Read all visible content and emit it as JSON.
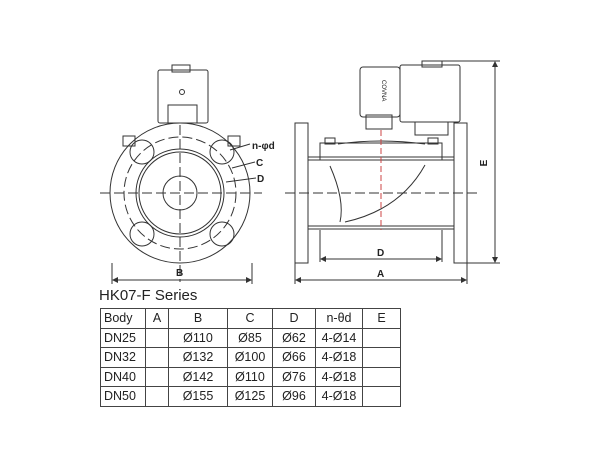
{
  "drawing": {
    "labels": {
      "n_phi_d": "n-φd",
      "C": "C",
      "D": "D",
      "B": "B",
      "D_side": "D",
      "A": "A",
      "E": "E",
      "brand": "COVNA"
    }
  },
  "table": {
    "title": "HK07-F Series",
    "headers": [
      "Body",
      "A",
      "B",
      "C",
      "D",
      "n-θd",
      "E"
    ],
    "rows": [
      [
        "DN25",
        "",
        "Ø110",
        "Ø85",
        "Ø62",
        "4-Ø14",
        ""
      ],
      [
        "DN32",
        "",
        "Ø132",
        "Ø100",
        "Ø66",
        "4-Ø18",
        ""
      ],
      [
        "DN40",
        "",
        "Ø142",
        "Ø110",
        "Ø76",
        "4-Ø18",
        ""
      ],
      [
        "DN50",
        "",
        "Ø155",
        "Ø125",
        "Ø96",
        "4-Ø18",
        ""
      ]
    ]
  }
}
